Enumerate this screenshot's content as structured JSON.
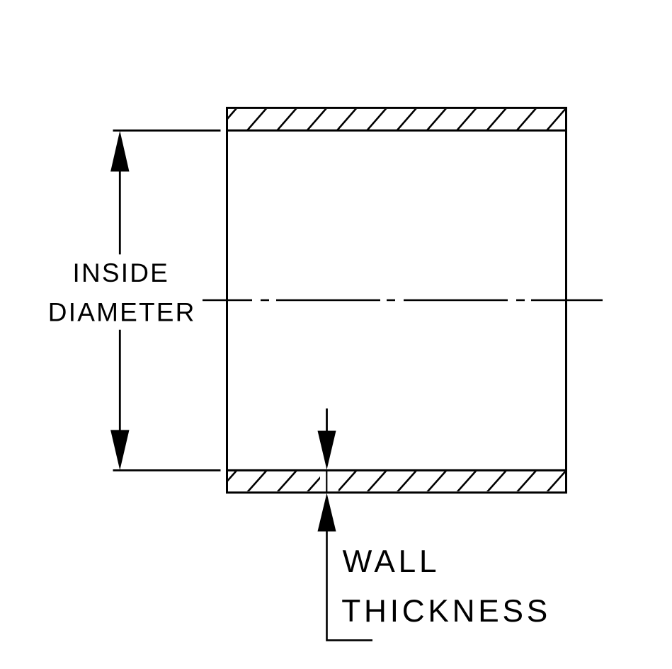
{
  "drawing": {
    "description": "hose-coupler-cross-section",
    "colors": {
      "ink": "#000000",
      "background": "#ffffff"
    },
    "labels": {
      "inside_diameter_line1": "INSIDE",
      "inside_diameter_line2": "DIAMETER",
      "wall_thickness_line1": "WALL",
      "wall_thickness_line2": "THICKNESS"
    }
  }
}
